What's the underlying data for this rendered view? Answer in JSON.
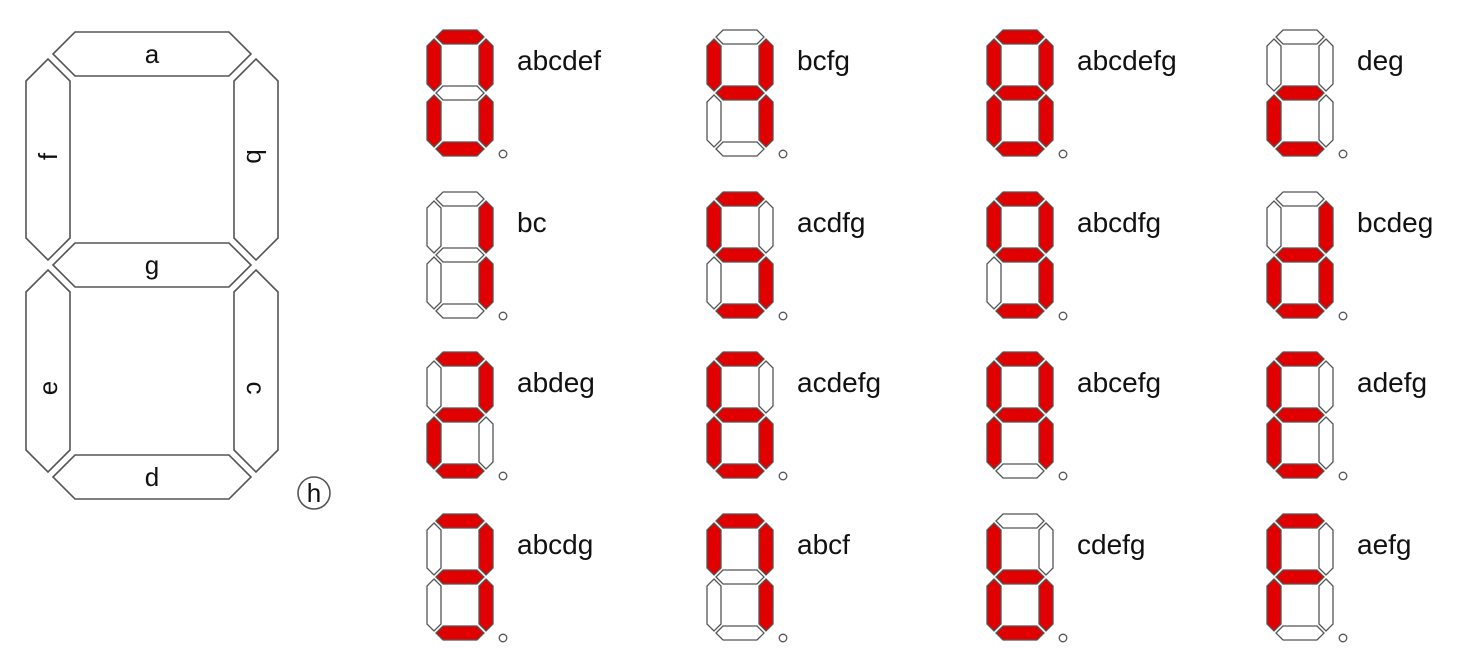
{
  "colors": {
    "lit": "#e00000",
    "unlit": "#ffffff",
    "outline": "#555555",
    "text": "#111111"
  },
  "legend": {
    "segments": [
      {
        "id": "a",
        "label": "a"
      },
      {
        "id": "b",
        "label": "b"
      },
      {
        "id": "c",
        "label": "c"
      },
      {
        "id": "d",
        "label": "d"
      },
      {
        "id": "e",
        "label": "e"
      },
      {
        "id": "f",
        "label": "f"
      },
      {
        "id": "g",
        "label": "g"
      }
    ],
    "decimal_point_label": "h"
  },
  "displays": [
    {
      "label": "abcdef",
      "lit": [
        "a",
        "b",
        "c",
        "d",
        "e",
        "f"
      ]
    },
    {
      "label": "bcfg",
      "lit": [
        "b",
        "c",
        "f",
        "g"
      ]
    },
    {
      "label": "abcdefg",
      "lit": [
        "a",
        "b",
        "c",
        "d",
        "e",
        "f",
        "g"
      ]
    },
    {
      "label": "deg",
      "lit": [
        "d",
        "e",
        "g"
      ]
    },
    {
      "label": "bc",
      "lit": [
        "b",
        "c"
      ]
    },
    {
      "label": "acdfg",
      "lit": [
        "a",
        "c",
        "d",
        "f",
        "g"
      ]
    },
    {
      "label": "abcdfg",
      "lit": [
        "a",
        "b",
        "c",
        "d",
        "f",
        "g"
      ]
    },
    {
      "label": "bcdeg",
      "lit": [
        "b",
        "c",
        "d",
        "e",
        "g"
      ]
    },
    {
      "label": "abdeg",
      "lit": [
        "a",
        "b",
        "d",
        "e",
        "g"
      ]
    },
    {
      "label": "acdefg",
      "lit": [
        "a",
        "c",
        "d",
        "e",
        "f",
        "g"
      ]
    },
    {
      "label": "abcefg",
      "lit": [
        "a",
        "b",
        "c",
        "e",
        "f",
        "g"
      ]
    },
    {
      "label": "adefg",
      "lit": [
        "a",
        "d",
        "e",
        "f",
        "g"
      ]
    },
    {
      "label": "abcdg",
      "lit": [
        "a",
        "b",
        "c",
        "d",
        "g"
      ]
    },
    {
      "label": "abcf",
      "lit": [
        "a",
        "b",
        "c",
        "f"
      ]
    },
    {
      "label": "cdefg",
      "lit": [
        "c",
        "d",
        "e",
        "f",
        "g"
      ]
    },
    {
      "label": "aefg",
      "lit": [
        "a",
        "e",
        "f",
        "g"
      ]
    }
  ]
}
